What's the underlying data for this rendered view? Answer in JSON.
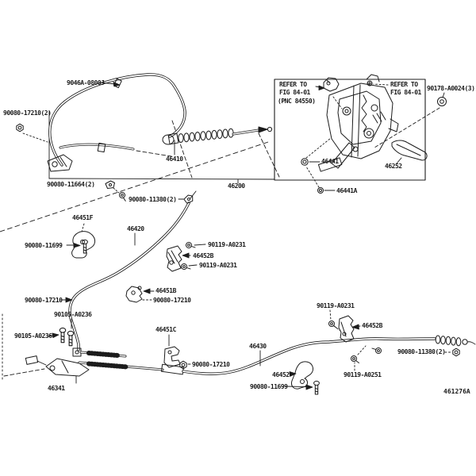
{
  "figure": {
    "code": "461276A",
    "background": "#ffffff",
    "line_color": "#1c1c1c"
  },
  "refer_notes": {
    "left": {
      "line1": "REFER TO",
      "line2": "FIG 84-01",
      "line3": "(PNC 84550)"
    },
    "right": {
      "line1": "REFER TO",
      "line2": "FIG 84-01"
    }
  },
  "labels": [
    {
      "id": "clip-front-cable",
      "text": "9046A-0800J"
    },
    {
      "id": "nut-tl",
      "text": "90080-17210(2)"
    },
    {
      "id": "bolt-tl-lower",
      "text": "90080-11664(2)"
    },
    {
      "id": "front-cable",
      "text": "46410"
    },
    {
      "id": "pedal-assy",
      "text": "46200"
    },
    {
      "id": "nut-pedal",
      "text": "90178-A0024(3)"
    },
    {
      "id": "nut-46441",
      "text": "46441"
    },
    {
      "id": "lever-46252",
      "text": "46252"
    },
    {
      "id": "nut-46441a",
      "text": "46441A"
    },
    {
      "id": "bolt-mid-top",
      "text": "90080-11380(2)"
    },
    {
      "id": "clamp-46451f",
      "text": "46451F"
    },
    {
      "id": "cable-no2",
      "text": "46420"
    },
    {
      "id": "bolt-mid-left",
      "text": "90080-11699"
    },
    {
      "id": "washer-a0231-a",
      "text": "90119-A0231"
    },
    {
      "id": "bracket-46452b-mid",
      "text": "46452B"
    },
    {
      "id": "washer-a0231-b",
      "text": "90119-A0231"
    },
    {
      "id": "nut-17210-left",
      "text": "90080-17210"
    },
    {
      "id": "clamp-46451b",
      "text": "46451B"
    },
    {
      "id": "nut-17210-right",
      "text": "90080-17210"
    },
    {
      "id": "bolt-a0236-upper",
      "text": "90105-A0236"
    },
    {
      "id": "bolt-a0236-lower",
      "text": "90105-A0236"
    },
    {
      "id": "lever-46341",
      "text": "46341"
    },
    {
      "id": "clamp-46451c",
      "text": "46451C"
    },
    {
      "id": "nut-17210-bottom",
      "text": "90080-17210"
    },
    {
      "id": "cable-no3",
      "text": "46430"
    },
    {
      "id": "bracket-46452",
      "text": "46452"
    },
    {
      "id": "bolt-bottom",
      "text": "90080-11699"
    },
    {
      "id": "washer-a0231-right",
      "text": "90119-A0231"
    },
    {
      "id": "bracket-46452b-right",
      "text": "46452B"
    },
    {
      "id": "bolt-right",
      "text": "90080-11380(2)"
    },
    {
      "id": "washer-a0251",
      "text": "90119-A0251"
    },
    {
      "id": "figure-code",
      "text": "461276A"
    }
  ]
}
